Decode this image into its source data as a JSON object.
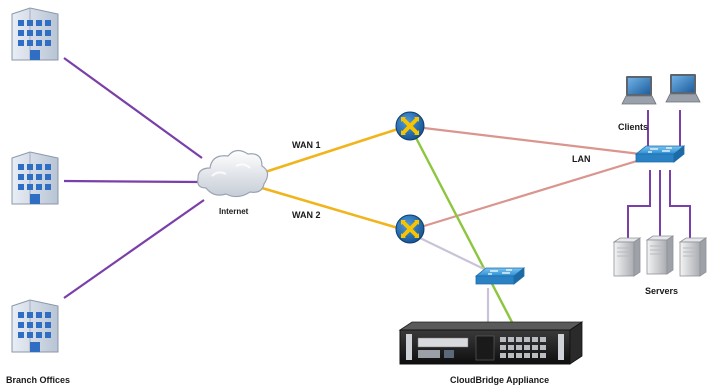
{
  "labels": {
    "branch_offices": "Branch Offices",
    "internet": "Internet",
    "wan1": "WAN 1",
    "wan2": "WAN 2",
    "lan": "LAN",
    "clients": "Clients",
    "servers": "Servers",
    "cloudbridge": "CloudBridge Appliance"
  },
  "colors": {
    "branch_link": "#7a3fa8",
    "wan_link": "#f2b41c",
    "lan_link": "#d9958e",
    "appliance_link": "#8cc63f",
    "standby_link": "#c9c3d8",
    "router": "#1f6db5",
    "router_mark": "#f6c400",
    "switch": "#2e8fd3",
    "building": "#4a7dc4"
  },
  "icons": {
    "building": "building-icon",
    "cloud": "cloud-icon",
    "router": "router-icon",
    "switch": "switch-icon",
    "laptop": "laptop-icon",
    "server": "server-icon",
    "appliance": "appliance-icon"
  }
}
